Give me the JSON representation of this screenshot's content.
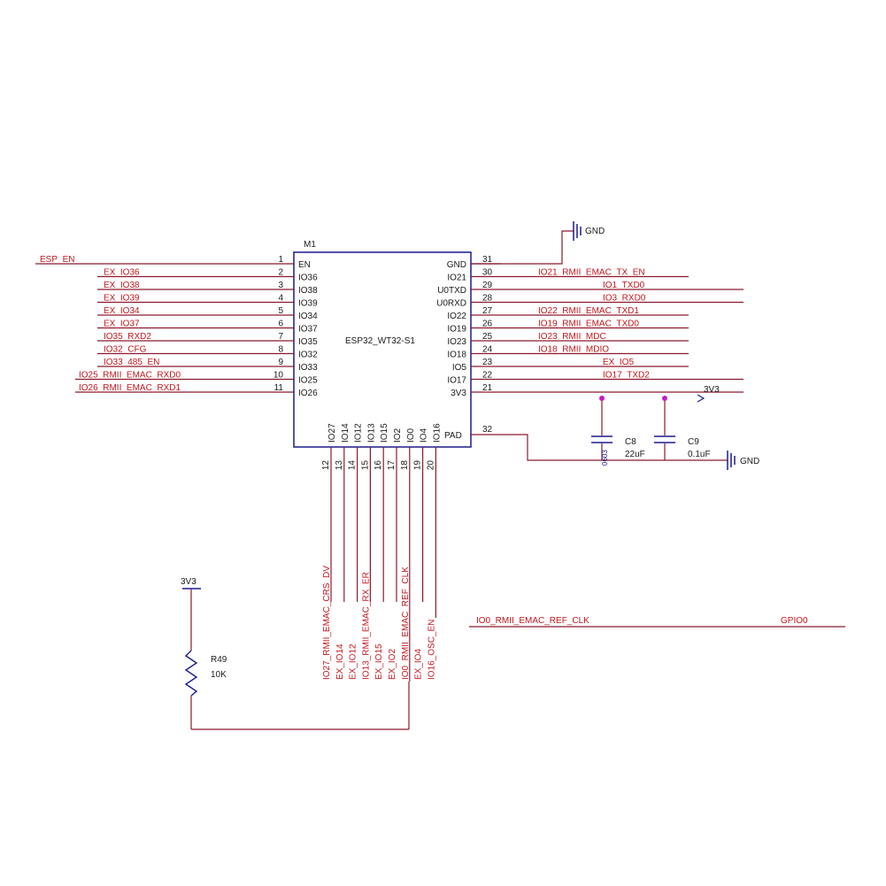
{
  "colors": {
    "wire": "#8b1a2e",
    "net": "#c4161c",
    "component": "#1a1a8c",
    "junction": "#c020c0"
  },
  "chip": {
    "ref": "M1",
    "value": "ESP32_WT32-S1",
    "left_pins": [
      {
        "num": "1",
        "name": "EN",
        "net": "ESP_EN"
      },
      {
        "num": "2",
        "name": "IO36",
        "net": "EX_IO36"
      },
      {
        "num": "3",
        "name": "IO38",
        "net": "EX_IO38"
      },
      {
        "num": "4",
        "name": "IO39",
        "net": "EX_IO39"
      },
      {
        "num": "5",
        "name": "IO34",
        "net": "EX_IO34"
      },
      {
        "num": "6",
        "name": "IO37",
        "net": "EX_IO37"
      },
      {
        "num": "7",
        "name": "IO35",
        "net": "IO35_RXD2"
      },
      {
        "num": "8",
        "name": "IO32",
        "net": "IO32_CFG"
      },
      {
        "num": "9",
        "name": "IO33",
        "net": "IO33_485_EN"
      },
      {
        "num": "10",
        "name": "IO25",
        "net": "IO25_RMII_EMAC_RXD0"
      },
      {
        "num": "11",
        "name": "IO26",
        "net": "IO26_RMII_EMAC_RXD1"
      }
    ],
    "right_pins": [
      {
        "num": "31",
        "name": "GND",
        "net": ""
      },
      {
        "num": "30",
        "name": "IO21",
        "net": "IO21_RMII_EMAC_TX_EN"
      },
      {
        "num": "29",
        "name": "U0TXD",
        "net": "IO1_TXD0"
      },
      {
        "num": "28",
        "name": "U0RXD",
        "net": "IO3_RXD0"
      },
      {
        "num": "27",
        "name": "IO22",
        "net": "IO22_RMII_EMAC_TXD1"
      },
      {
        "num": "26",
        "name": "IO19",
        "net": "IO19_RMII_EMAC_TXD0"
      },
      {
        "num": "25",
        "name": "IO23",
        "net": "IO23_RMII_MDC"
      },
      {
        "num": "24",
        "name": "IO18",
        "net": "IO18_RMII_MDIO"
      },
      {
        "num": "23",
        "name": "IO5",
        "net": "EX_IO5"
      },
      {
        "num": "22",
        "name": "IO17",
        "net": "IO17_TXD2"
      },
      {
        "num": "21",
        "name": "3V3",
        "net": "3V3"
      }
    ],
    "pad_pin": {
      "num": "32",
      "name": "PAD"
    },
    "bottom_pins": [
      {
        "num": "12",
        "name": "IO27",
        "net": "IO27_RMII_EMAC_CRS_DV"
      },
      {
        "num": "13",
        "name": "IO14",
        "net": "EX_IO14"
      },
      {
        "num": "14",
        "name": "IO12",
        "net": "EX_IO12"
      },
      {
        "num": "15",
        "name": "IO13",
        "net": "IO13_RMII_EMAC_RX_ER"
      },
      {
        "num": "16",
        "name": "IO15",
        "net": "EX_IO15"
      },
      {
        "num": "17",
        "name": "IO2",
        "net": "EX_IO2"
      },
      {
        "num": "18",
        "name": "IO0",
        "net": "IO0_RMII_EMAC_REF_CLK"
      },
      {
        "num": "19",
        "name": "IO4",
        "net": "EX_IO4"
      },
      {
        "num": "20",
        "name": "IO16",
        "net": "IO16_OSC_EN"
      }
    ]
  },
  "gnd_top_label": "GND",
  "gnd_right_label": "GND",
  "c8": {
    "ref": "C8",
    "value": "22uF",
    "extra": "0603"
  },
  "c9": {
    "ref": "C9",
    "value": "0.1uF"
  },
  "r49": {
    "ref": "R49",
    "value": "10K",
    "supply": "3V3"
  },
  "gpio0_net": "IO0_RMII_EMAC_REF_CLK",
  "gpio0_port": "GPIO0"
}
